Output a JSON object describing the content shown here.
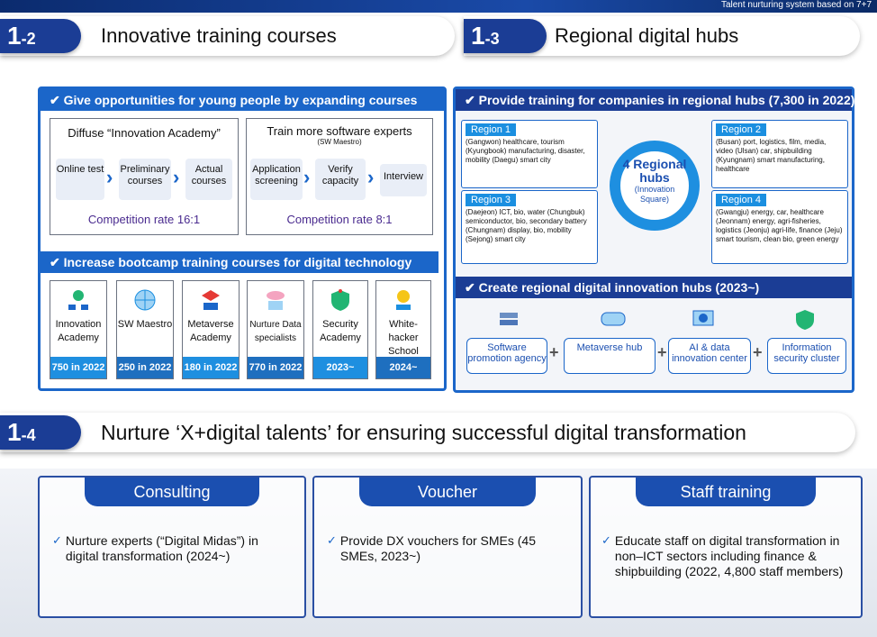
{
  "header_tag": "Talent nurturing system based on 7+7",
  "sec12": {
    "num": "1",
    "sub": "-2",
    "title": "Innovative training courses",
    "bar1": "✔ Give opportunities for young people by expanding courses",
    "left_card": {
      "title": "Diffuse “Innovation Academy”",
      "steps": [
        "Online test",
        "Preliminary courses",
        "Actual courses"
      ],
      "rate": "Competition rate 16:1"
    },
    "right_card": {
      "title": "Train more software experts",
      "subtitle": "(SW Maestro)",
      "steps": [
        "Application screening",
        "Verify capacity",
        "Interview"
      ],
      "rate": "Competition rate 8:1"
    },
    "bar2": "✔ Increase bootcamp training courses for digital technology",
    "courses": [
      {
        "label": "Innovation Academy",
        "foot": "750 in 2022"
      },
      {
        "label": "SW Maestro",
        "foot": "250 in 2022"
      },
      {
        "label": "Metaverse Academy",
        "foot": "180 in 2022"
      },
      {
        "label": "Nurture Data specialists",
        "foot": "770 in 2022"
      },
      {
        "label": "Security Academy",
        "foot": "2023~"
      },
      {
        "label": "White-hacker School",
        "foot": "2024~"
      }
    ]
  },
  "sec13": {
    "num": "1",
    "sub": "-3",
    "title": "Regional digital hubs",
    "bar1": "✔ Provide training for companies in regional hubs (7,300 in 2022)",
    "regions": [
      {
        "tag": "Region 1",
        "text": "(Gangwon) healthcare, tourism (Kyungbook) manufacturing, disaster, mobility (Daegu) smart city"
      },
      {
        "tag": "Region 2",
        "text": "(Busan) port, logistics, film, media, video (Ulsan) car, shipbuilding (Kyungnam) smart manufacturing, healthcare"
      },
      {
        "tag": "Region 3",
        "text": "(Daejeon) ICT, bio, water (Chungbuk) semiconductor, bio, secondary battery (Chungnam) display, bio, mobility (Sejong) smart city"
      },
      {
        "tag": "Region 4",
        "text": "(Gwangju) energy, car, healthcare (Jeonnam) energy, agri-fisheries, logistics (Jeonju) agri-life, finance (Jeju) smart tourism, clean bio, green energy"
      }
    ],
    "center": {
      "line1": "4 Regional",
      "line2": "hubs",
      "line3": "(Innovation",
      "line4": "Square)"
    },
    "bar2": "✔ Create regional digital innovation hubs (2023~)",
    "hubs": [
      "Software promotion agency",
      "Metaverse hub",
      "AI & data innovation center",
      "Information security cluster"
    ]
  },
  "sec14": {
    "num": "1",
    "sub": "-4",
    "title": "Nurture ‘X+digital talents’ for ensuring successful digital transformation",
    "cards": [
      {
        "tab": "Consulting",
        "text": "Nurture experts (“Digital Midas”) in digital transformation (2024~)"
      },
      {
        "tab": "Voucher",
        "text": "Provide DX vouchers for SMEs (45 SMEs, 2023~)"
      },
      {
        "tab": "Staff training",
        "text": "Educate staff on digital transformation in non–ICT sectors including finance & shipbuilding (2022, 4,800 staff members)"
      }
    ]
  }
}
